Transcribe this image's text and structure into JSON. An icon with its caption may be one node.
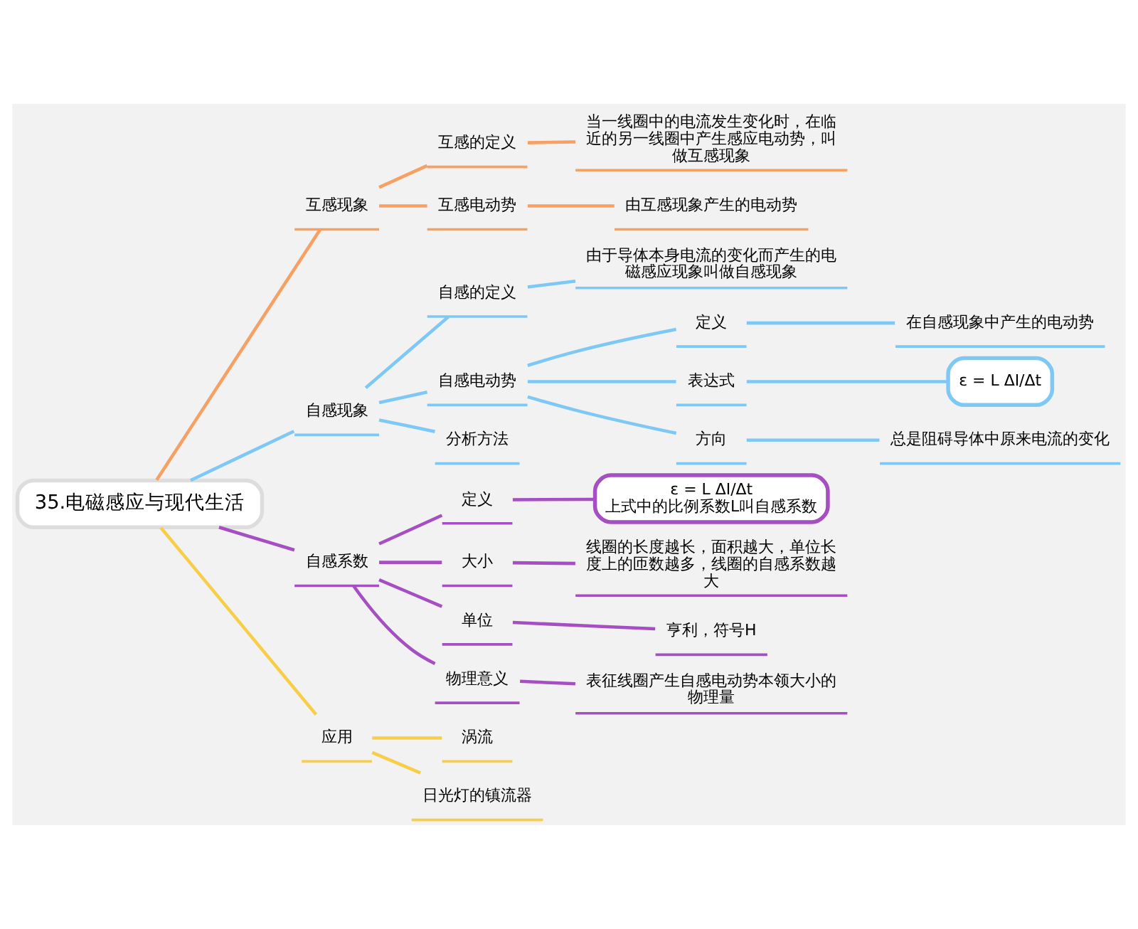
{
  "diagram": {
    "nodes": [
      {
        "text": [
          "35.电磁感应与现代生活"
        ]
      },
      {
        "text": [
          "互感现象"
        ]
      },
      {
        "text": [
          "互感的定义"
        ]
      },
      {
        "text": [
          "当一线圈中的电流发生变化时，在临近的另一线圈中产生感应电动势，叫做互感现象"
        ]
      },
      {
        "text": [
          "互感电动势"
        ]
      },
      {
        "text": [
          "由互感现象产生的电动势"
        ]
      },
      {
        "text": [
          "自感现象"
        ]
      },
      {
        "text": [
          "自感的定义"
        ]
      },
      {
        "text": [
          "由于导体本身电流的变化而产生的电磁感应现象叫做自感现象"
        ]
      },
      {
        "text": [
          "自感电动势"
        ]
      },
      {
        "text": [
          "定义"
        ]
      },
      {
        "text": [
          "在自感现象中产生的电动势"
        ]
      },
      {
        "text": [
          "表达式"
        ]
      },
      {
        "text": [
          "ε = L ΔI/Δt"
        ]
      },
      {
        "text": [
          "方向"
        ]
      },
      {
        "text": [
          "总是阻碍导体中原来电流的变化"
        ]
      },
      {
        "text": [
          "分析方法"
        ]
      },
      {
        "text": [
          "自感系数"
        ]
      },
      {
        "text": [
          "定义"
        ]
      },
      {
        "text": [
          "ε = L ΔI/Δt",
          "上式中的比例系数L叫自感系数"
        ]
      },
      {
        "text": [
          "大小"
        ]
      },
      {
        "text": [
          "线圈的长度越长，面积越大，单位长度上的匝数越多，线圈的自感系数越大"
        ]
      },
      {
        "text": [
          "单位"
        ]
      },
      {
        "text": [
          "亨利，符号H"
        ]
      },
      {
        "text": [
          "物理意义"
        ]
      },
      {
        "text": [
          "表征线圈产生自感电动势本领大小的物理量"
        ]
      },
      {
        "text": [
          "应用"
        ]
      },
      {
        "text": [
          "涡流"
        ]
      },
      {
        "text": [
          "日光灯的镇流器"
        ]
      }
    ],
    "edges": [
      {
        "from": 0,
        "to": 1,
        "arrow": "none",
        "color": "#f7a063"
      },
      {
        "from": 1,
        "to": 2,
        "arrow": "none",
        "color": "#f7a063"
      },
      {
        "from": 2,
        "to": 3,
        "arrow": "none",
        "color": "#f7a063"
      },
      {
        "from": 1,
        "to": 4,
        "arrow": "none",
        "color": "#f7a063"
      },
      {
        "from": 4,
        "to": 5,
        "arrow": "none",
        "color": "#f7a063"
      },
      {
        "from": 0,
        "to": 6,
        "arrow": "none",
        "color": "#7ec8f6"
      },
      {
        "from": 6,
        "to": 7,
        "arrow": "none",
        "color": "#7ec8f6"
      },
      {
        "from": 7,
        "to": 8,
        "arrow": "none",
        "color": "#7ec8f6"
      },
      {
        "from": 6,
        "to": 9,
        "arrow": "none",
        "color": "#7ec8f6"
      },
      {
        "from": 9,
        "to": 10,
        "arrow": "none",
        "color": "#7ec8f6"
      },
      {
        "from": 10,
        "to": 11,
        "arrow": "none",
        "color": "#7ec8f6"
      },
      {
        "from": 9,
        "to": 12,
        "arrow": "none",
        "color": "#7ec8f6"
      },
      {
        "from": 12,
        "to": 13,
        "arrow": "none",
        "color": "#7ec8f6"
      },
      {
        "from": 9,
        "to": 14,
        "arrow": "none",
        "color": "#7ec8f6"
      },
      {
        "from": 14,
        "to": 15,
        "arrow": "none",
        "color": "#7ec8f6"
      },
      {
        "from": 6,
        "to": 16,
        "arrow": "none",
        "color": "#7ec8f6"
      },
      {
        "from": 0,
        "to": 17,
        "arrow": "none",
        "color": "#a54fc2"
      },
      {
        "from": 17,
        "to": 18,
        "arrow": "none",
        "color": "#a54fc2"
      },
      {
        "from": 18,
        "to": 19,
        "arrow": "none",
        "color": "#a54fc2"
      },
      {
        "from": 17,
        "to": 20,
        "arrow": "none",
        "color": "#a54fc2"
      },
      {
        "from": 20,
        "to": 21,
        "arrow": "none",
        "color": "#a54fc2"
      },
      {
        "from": 17,
        "to": 22,
        "arrow": "none",
        "color": "#a54fc2"
      },
      {
        "from": 22,
        "to": 23,
        "arrow": "none",
        "color": "#a54fc2"
      },
      {
        "from": 17,
        "to": 24,
        "arrow": "none",
        "color": "#a54fc2"
      },
      {
        "from": 24,
        "to": 25,
        "arrow": "none",
        "color": "#a54fc2"
      },
      {
        "from": 0,
        "to": 26,
        "arrow": "none",
        "color": "#f8cd48"
      },
      {
        "from": 26,
        "to": 27,
        "arrow": "none",
        "color": "#f8cd48"
      },
      {
        "from": 26,
        "to": 28,
        "arrow": "none",
        "color": "#f8cd48"
      }
    ]
  }
}
